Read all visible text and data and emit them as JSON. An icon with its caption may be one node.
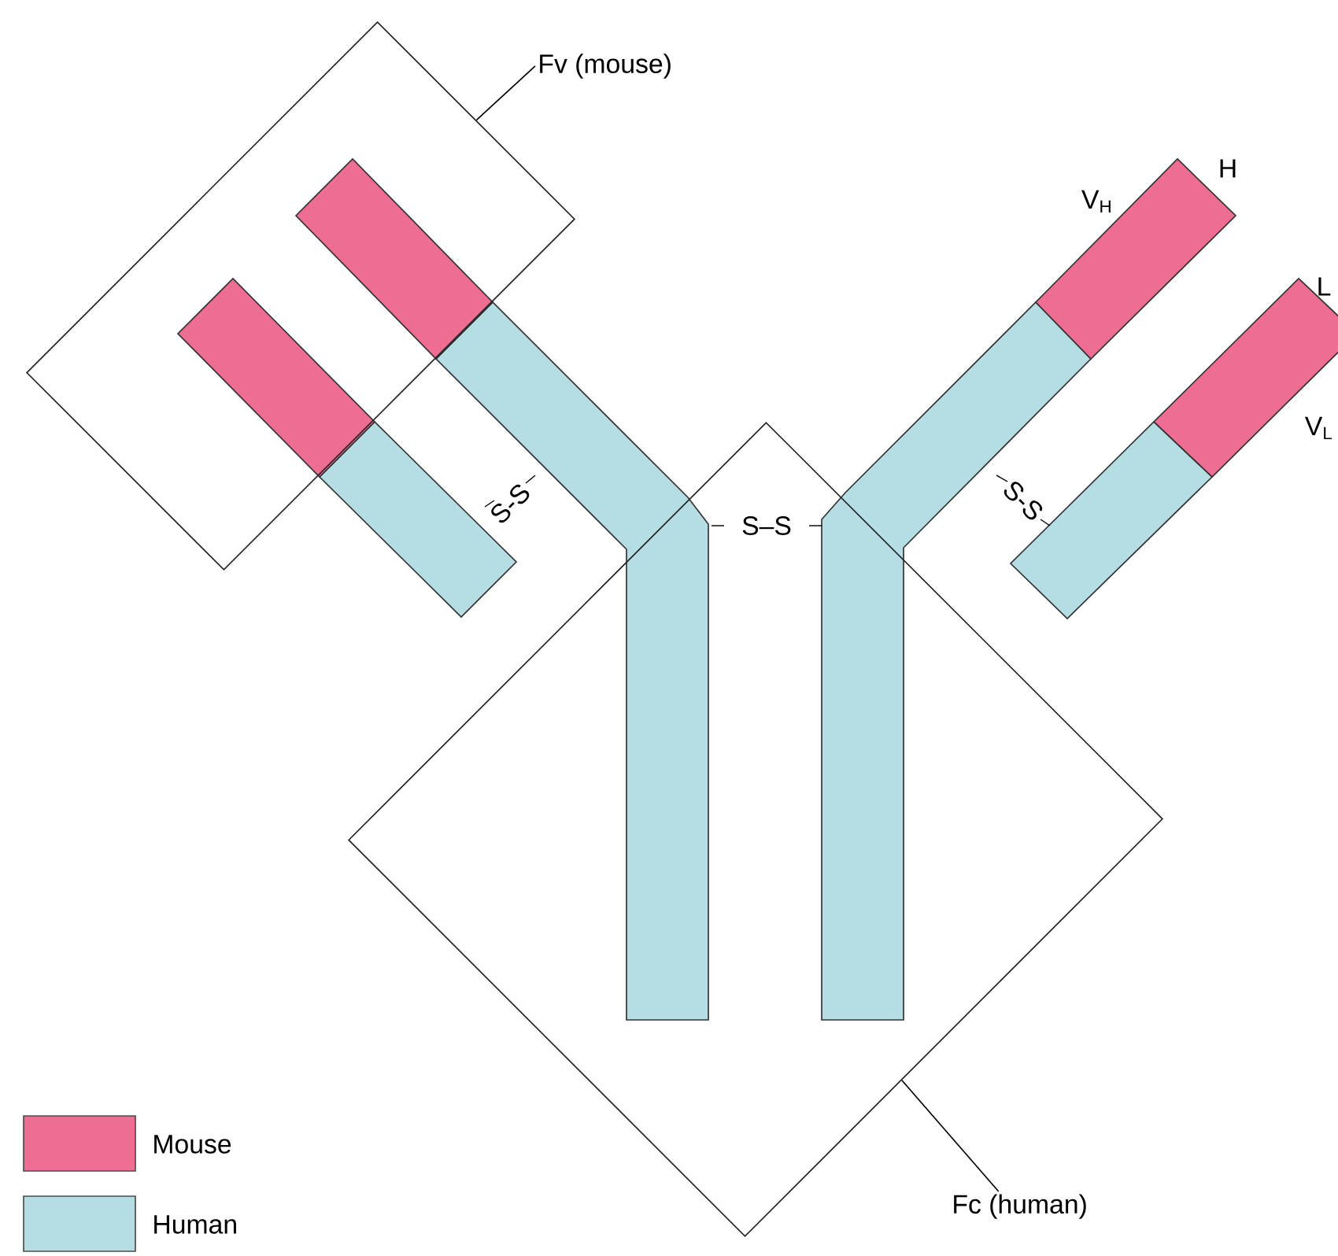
{
  "diagram": {
    "nodes": [
      {
        "text": [
          "Fv (mouse)"
        ]
      },
      {
        "text": [],
        "shape": "diamond"
      },
      {
        "text": [
          "Fc (human)"
        ]
      },
      {
        "text": [],
        "shape": "diamond"
      }
    ],
    "edges": [
      {
        "from": 0,
        "to": 1,
        "arrow": "none"
      },
      {
        "from": 2,
        "to": 3,
        "arrow": "none"
      }
    ],
    "labels": [
      "V$_{H}$",
      "H",
      "L",
      "V$_{L}$",
      "S-S",
      "S–S",
      "S-S"
    ],
    "legend": [
      {
        "text": "Mouse",
        "color": "#ee6e93"
      },
      {
        "text": "Human",
        "color": "#b5dde4"
      }
    ]
  }
}
